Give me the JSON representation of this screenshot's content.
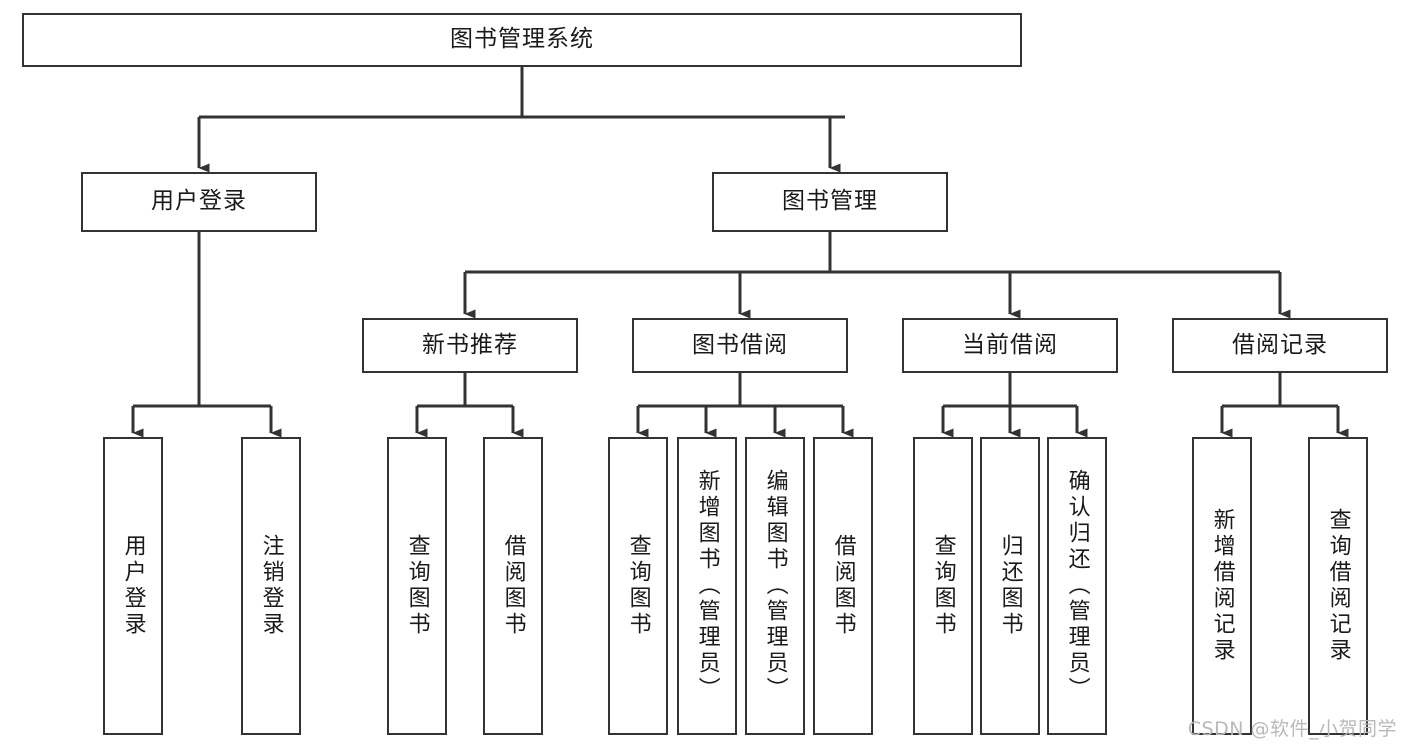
{
  "diagram": {
    "type": "tree-hierarchy",
    "title": "图书管理系统",
    "watermark": "CSDN @软件_小贺同学",
    "colors": {
      "background": "#ffffff",
      "border": "#333333",
      "text": "#1a1a1a",
      "edge": "#333333",
      "watermark": "#b9b9b9"
    },
    "nodes": {
      "root": {
        "label": "图书管理系统"
      },
      "level2": [
        {
          "id": "user-login",
          "label": "用户登录"
        },
        {
          "id": "book-management",
          "label": "图书管理"
        }
      ],
      "level3": [
        {
          "id": "new-book-recommend",
          "label": "新书推荐"
        },
        {
          "id": "book-borrow",
          "label": "图书借阅"
        },
        {
          "id": "current-borrow",
          "label": "当前借阅"
        },
        {
          "id": "borrow-record",
          "label": "借阅记录"
        }
      ],
      "leaves": {
        "user-login": [
          {
            "id": "leaf-user-login",
            "label": "用户登录"
          },
          {
            "id": "leaf-user-logout",
            "label": "注销登录"
          }
        ],
        "new-book-recommend": [
          {
            "id": "leaf-query-book-1",
            "label": "查询图书"
          },
          {
            "id": "leaf-borrow-book-1",
            "label": "借阅图书"
          }
        ],
        "book-borrow": [
          {
            "id": "leaf-query-book-2",
            "label": "查询图书"
          },
          {
            "id": "leaf-add-book",
            "label": "新增图书（管理员）"
          },
          {
            "id": "leaf-edit-book",
            "label": "编辑图书（管理员）"
          },
          {
            "id": "leaf-borrow-book-2",
            "label": "借阅图书"
          }
        ],
        "current-borrow": [
          {
            "id": "leaf-query-book-3",
            "label": "查询图书"
          },
          {
            "id": "leaf-return-book",
            "label": "归还图书"
          },
          {
            "id": "leaf-confirm-return",
            "label": "确认归还（管理员）"
          }
        ],
        "borrow-record": [
          {
            "id": "leaf-add-record",
            "label": "新增借阅记录"
          },
          {
            "id": "leaf-query-record",
            "label": "查询借阅记录"
          }
        ]
      }
    }
  }
}
